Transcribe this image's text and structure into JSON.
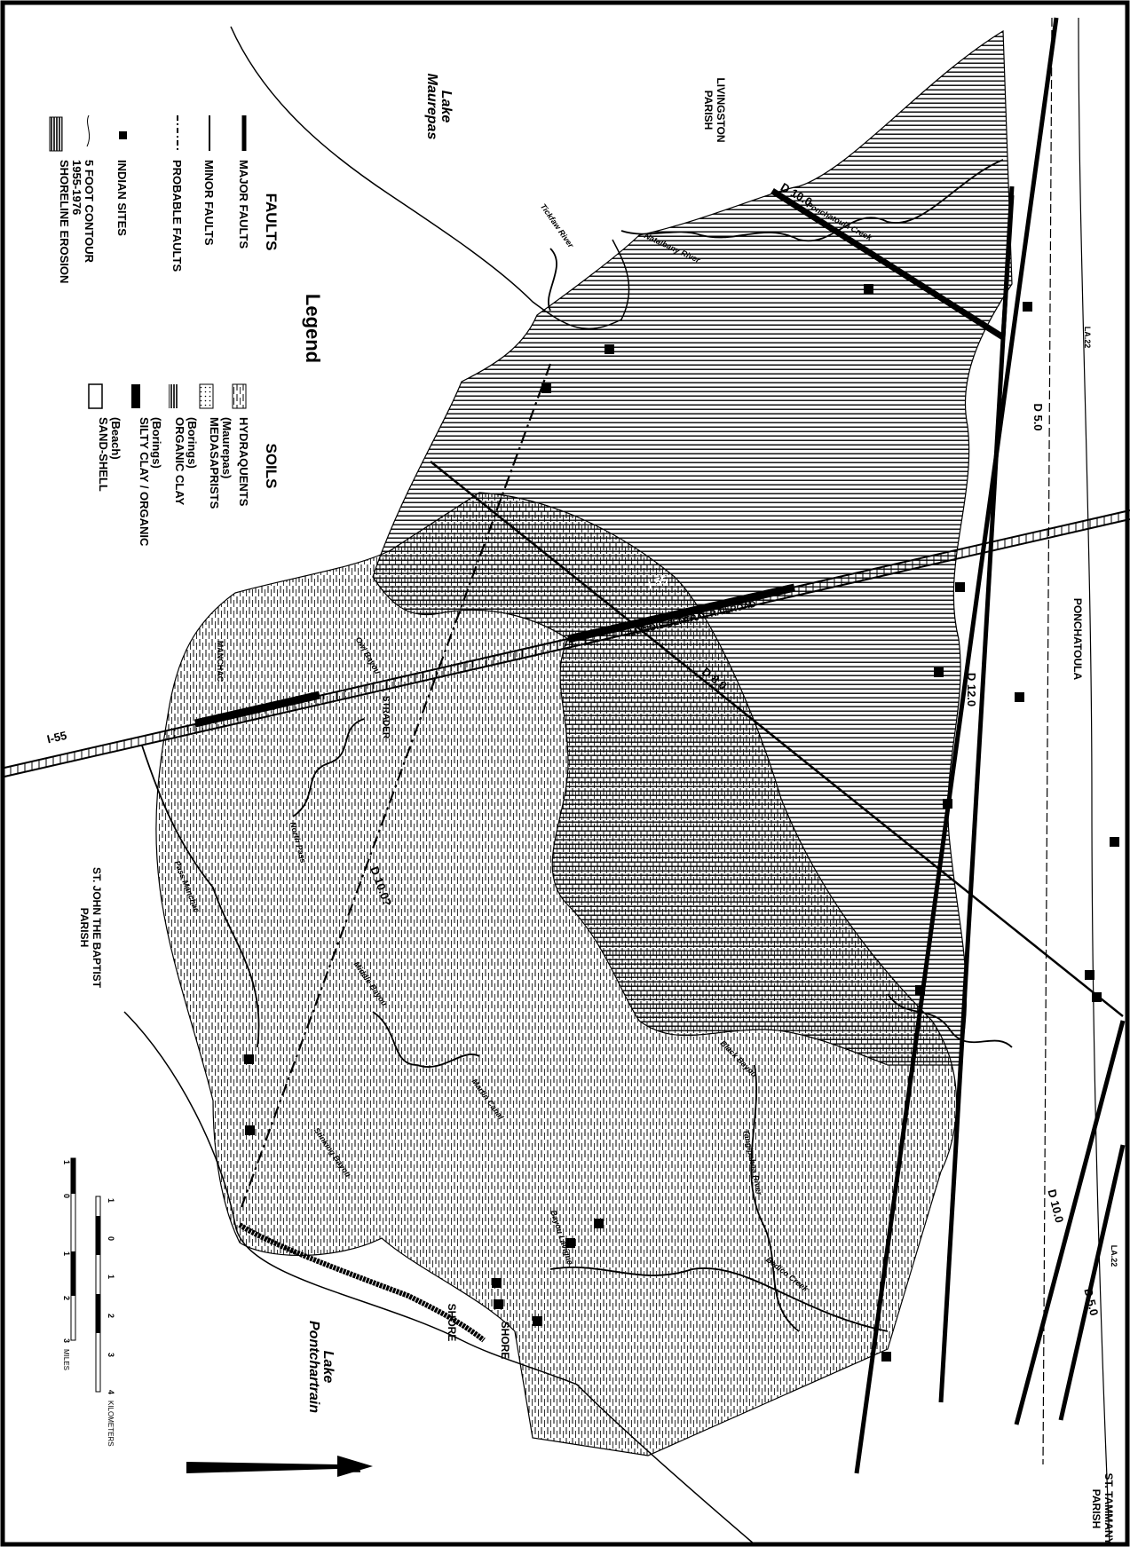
{
  "places": {
    "livingston": [
      "LIVINGSTON",
      "PARISH"
    ],
    "st_john": [
      "ST. JOHN THE BAPTIST",
      "PARISH"
    ],
    "st_tammany": [
      "ST. TAMMANY",
      "PARISH"
    ],
    "lake_maurepas": [
      "Lake",
      "Maurepas"
    ],
    "lake_pontchartrain": [
      "Lake",
      "Pontchartrain"
    ],
    "ponchatoula": "PONCHATOULA",
    "strader": "STRADER",
    "manchac": "MANCHAC",
    "shore_1": "SHORE",
    "shore_2": "SHORE"
  },
  "roads": {
    "la22_north": "LA.22",
    "la22_south": "LA.22",
    "i55_east": "I-55",
    "i55_west": "I-55",
    "railroad": "ILLINOIS CENTRAL RAILROAD"
  },
  "faults": {
    "d10_north": "D 10.0",
    "d5_north": "D 5.0",
    "d12": "D 12.0",
    "d8": "D 8.0",
    "d10_probable": "D 10.0?",
    "d10_south": "D 10.0",
    "d5_south": "D 5.0"
  },
  "waterways": {
    "ponchatoula_creek": "Ponchatoula Creek",
    "natalbany": "Natalbany River",
    "tickfaw": "Tickfaw River",
    "owl_bayou": "Owl Bayou",
    "north_pass": "North Pass",
    "pass_manchac": "Pass Manchac",
    "middle_bayou": "Middle Bayou",
    "black_bayou": "Black Bayou",
    "stinking_bayou": "Stinking Bayou",
    "martin_canal": "Martin Canal",
    "bayou_lavigne": "Bayou Lavigne",
    "tangipahoa": "Tangipahoa River",
    "bedico_creek": "Bedico Creek"
  },
  "legend": {
    "title": "Legend",
    "faults_heading": "FAULTS",
    "soils_heading": "SOILS",
    "fault_items": [
      {
        "label": "MAJOR FAULTS"
      },
      {
        "label": "MINOR FAULTS"
      },
      {
        "label": "PROBABLE FAULTS"
      },
      {
        "label": "INDIAN SITES"
      },
      {
        "label": "5 FOOT CONTOUR"
      },
      {
        "label": "SHORELINE EROSION",
        "label2": "1955-1976"
      }
    ],
    "soil_items": [
      {
        "label": "HYDRAQUENTS"
      },
      {
        "label": "MEDASAPRISTS",
        "label2": "(Maurepas)"
      },
      {
        "label": "ORGANIC CLAY",
        "label2": "(Borings)"
      },
      {
        "label": "SILTY CLAY / ORGANIC",
        "label2": "(Borings)"
      },
      {
        "label": "SAND-SHELL",
        "label2": "(Beach)"
      }
    ]
  },
  "scale": {
    "km_ticks": [
      "1",
      "0",
      "1",
      "2",
      "3",
      "4"
    ],
    "km_unit": "KILOMETERS",
    "mi_ticks": [
      "1",
      "0",
      "1",
      "2",
      "3"
    ],
    "mi_unit": "MILES"
  },
  "north_arrow": "N"
}
